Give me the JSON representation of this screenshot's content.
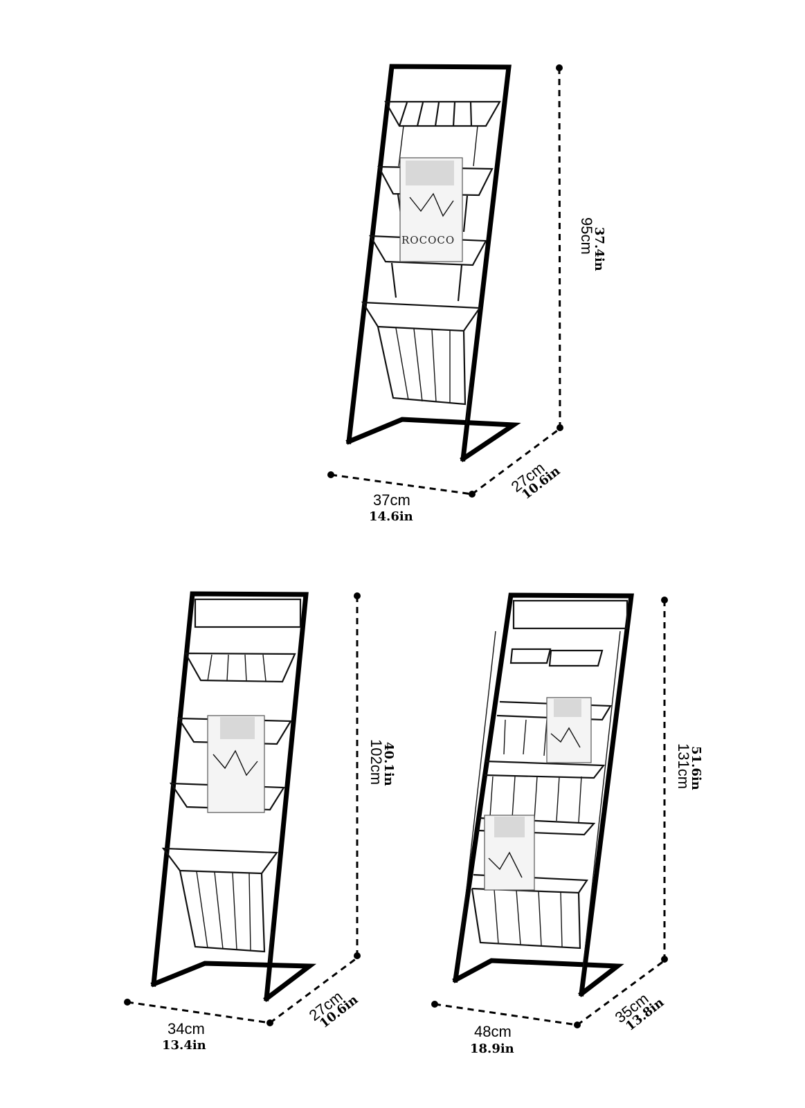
{
  "products": [
    {
      "id": "small",
      "width": {
        "cm": "37cm",
        "in": "14.6in"
      },
      "depth": {
        "cm": "27cm",
        "in": "10.6in"
      },
      "height": {
        "cm": "95cm",
        "in": "37.4in"
      },
      "magazine_text": "ROCOCO"
    },
    {
      "id": "medium",
      "width": {
        "cm": "34cm",
        "in": "13.4in"
      },
      "depth": {
        "cm": "27cm",
        "in": "10.6in"
      },
      "height": {
        "cm": "102cm",
        "in": "40.1in"
      }
    },
    {
      "id": "large",
      "width": {
        "cm": "48cm",
        "in": "18.9in"
      },
      "depth": {
        "cm": "35cm",
        "in": "13.8in"
      },
      "height": {
        "cm": "131cm",
        "in": "51.6in"
      }
    }
  ],
  "colors": {
    "line": "#000000",
    "background": "#ffffff"
  }
}
